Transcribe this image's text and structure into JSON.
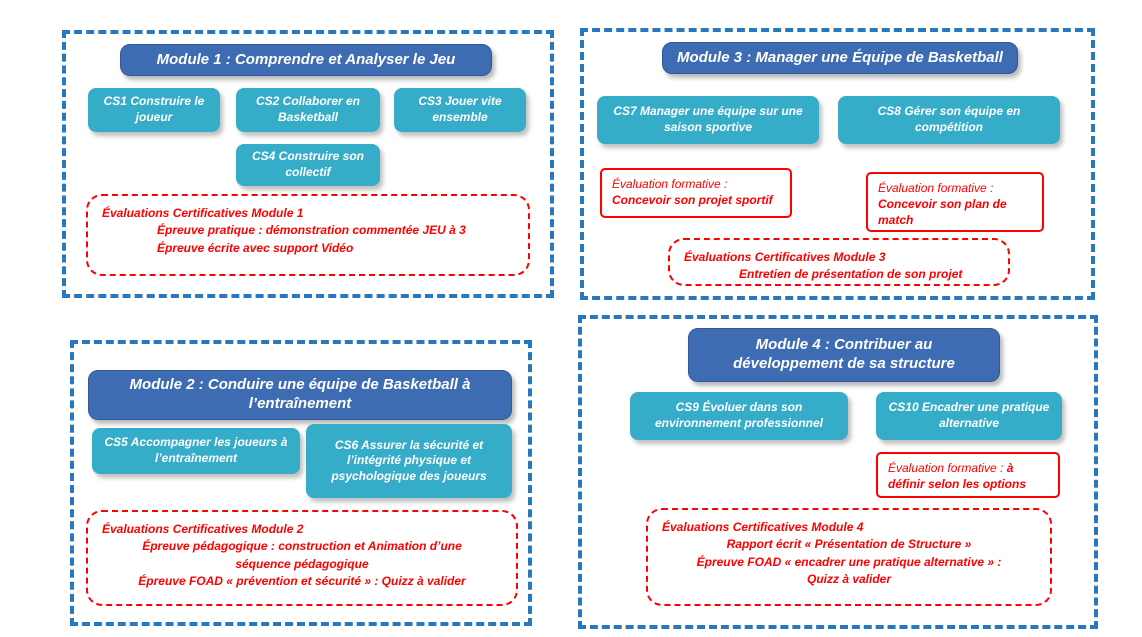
{
  "colors": {
    "module_border": "#2878BE",
    "header_fill": "#3E6CB2",
    "cs_fill": "#35ADC8",
    "accent_red": "#FF0000"
  },
  "m1": {
    "title": "Module 1 : Comprendre et Analyser le Jeu",
    "cs1": "CS1 Construire le joueur",
    "cs2": "CS2 Collaborer en Basketball",
    "cs3": "CS3 Jouer vite ensemble",
    "cs4": "CS4 Construire son collectif",
    "certif": {
      "title": "Évaluations Certificatives Module 1",
      "lines": [
        "Épreuve pratique : démonstration commentée JEU à 3",
        "Épreuve écrite avec support Vidéo"
      ]
    }
  },
  "m2": {
    "title": "Module 2 : Conduire une équipe de Basketball à l’entraînement",
    "cs5": "CS5 Accompagner les joueurs à l’entraînement",
    "cs6": "CS6 Assurer la sécurité et l’intégrité physique et psychologique des joueurs",
    "certif": {
      "title": "Évaluations Certificatives Module 2",
      "lines": [
        "Épreuve pédagogique : construction et Animation d’une séquence pédagogique",
        "Épreuve FOAD « prévention et sécurité » : Quizz à valider"
      ]
    }
  },
  "m3": {
    "title": "Module 3 : Manager une Équipe de Basketball",
    "cs7": "CS7 Manager une équipe sur une saison sportive",
    "cs8": "CS8 Gérer son équipe en compétition",
    "formative1": {
      "label": "Évaluation formative :",
      "value": "Concevoir son projet sportif"
    },
    "formative2": {
      "label": "Évaluation formative :",
      "value": "Concevoir son plan de match"
    },
    "certif": {
      "title": "Évaluations Certificatives Module 3",
      "lines": [
        "Entretien de présentation de son projet"
      ]
    }
  },
  "m4": {
    "title": "Module 4 : Contribuer au développement de sa structure",
    "cs9": "CS9 Évoluer dans son environnement professionnel",
    "cs10": "CS10 Encadrer une pratique alternative",
    "formative": {
      "label": "Évaluation formative :",
      "value": "à définir selon les options"
    },
    "certif": {
      "title": "Évaluations Certificatives Module 4",
      "lines": [
        "Rapport écrit « Présentation de Structure »",
        "Épreuve FOAD « encadrer une pratique alternative » : Quizz à valider"
      ]
    }
  }
}
